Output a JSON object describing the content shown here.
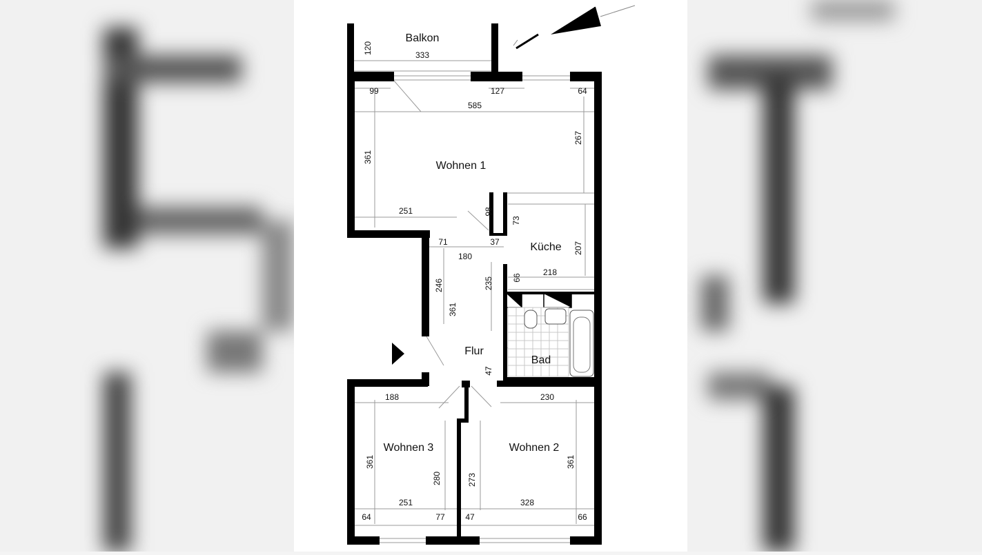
{
  "colors": {
    "wall": "#000000",
    "background": "#ffffff",
    "dimension_line": "#9a9a9a",
    "tile": "#c8c8c8"
  },
  "icons": {
    "north": "north-arrow-icon",
    "entrance": "entrance-arrow-icon"
  },
  "rooms": {
    "balkon": "Balkon",
    "wohnen1": "Wohnen 1",
    "kueche": "Küche",
    "flur": "Flur",
    "bad": "Bad",
    "wohnen3": "Wohnen 3",
    "wohnen2": "Wohnen 2"
  },
  "dimensions": {
    "balkon_depth": "120",
    "balkon_width": "333",
    "w1_window_left": "99",
    "w1_window_mid": "127",
    "w1_window_right": "64",
    "w1_width": "585",
    "w1_height_left": "361",
    "w1_height_right": "267",
    "w1_bottom_width": "251",
    "w1_opening": "98",
    "kitchen_top": "73",
    "flur_top_left": "71",
    "flur_top_right": "37",
    "flur_width": "180",
    "kitchen_height": "207",
    "kitchen_bottom": "66",
    "kitchen_width": "218",
    "flur_left_246": "246",
    "flur_left_361": "361",
    "flur_right_235": "235",
    "flur_bottom_47": "47",
    "w3_width_top": "188",
    "w2_width_top": "230",
    "w3_height": "361",
    "w3_inner": "280",
    "w2_inner": "273",
    "w2_height": "361",
    "w3_width_bottom": "251",
    "w2_width_bottom": "328",
    "w3_win_left": "64",
    "w3_win_right": "77",
    "w2_win_left": "47",
    "w2_win_right": "66"
  }
}
